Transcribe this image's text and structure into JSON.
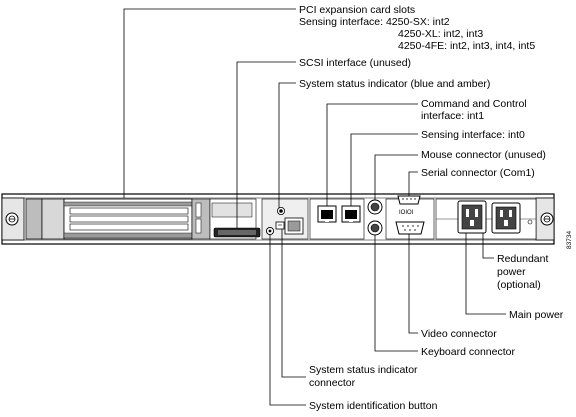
{
  "labels": {
    "pci_title": "PCI expansion card slots",
    "pci_line2": "Sensing interface: 4250-SX: int2",
    "pci_line3": "4250-XL: int2, int3",
    "pci_line4": "4250-4FE: int2, int3, int4, int5",
    "scsi": "SCSI interface (unused)",
    "status_indicator": "System status indicator (blue and amber)",
    "command_line1": "Command and Control",
    "command_line2": "interface: int1",
    "sensing_int0": "Sensing interface: int0",
    "mouse": "Mouse connector (unused)",
    "serial": "Serial connector (Com1)",
    "redundant_line1": "Redundant",
    "redundant_line2": "power",
    "redundant_line3": "(optional)",
    "main_power": "Main power",
    "video": "Video connector",
    "keyboard": "Keyboard connector",
    "status_conn_line1": "System status indicator",
    "status_conn_line2": "connector",
    "system_id_button": "System identification button"
  },
  "panel_markings": {
    "serial_port_text": "IOIOI",
    "figure_number": "83734"
  }
}
